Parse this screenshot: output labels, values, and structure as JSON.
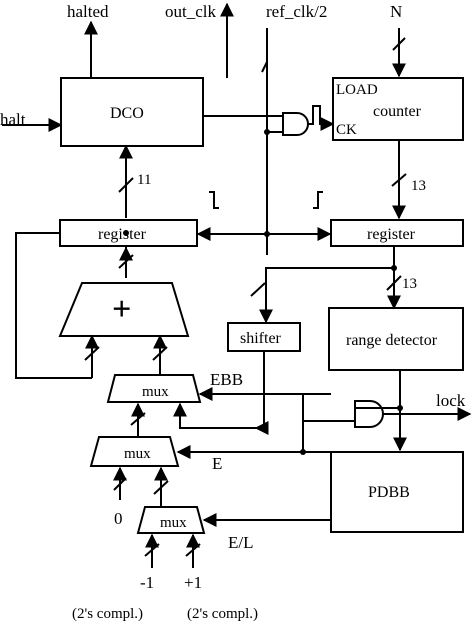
{
  "signals": {
    "halted": "halted",
    "out_clk": "out_clk",
    "ref_clk": "ref_clk/2",
    "n": "N",
    "halt": "halt",
    "ebb": "EBB",
    "e": "E",
    "el": "E/L",
    "lock": "lock"
  },
  "blocks": {
    "dco": "DCO",
    "counter": "counter",
    "load": "LOAD",
    "ck": "CK",
    "register_left": "register",
    "register_right": "register",
    "adder": "+",
    "shifter": "shifter",
    "range_detector": "range detector",
    "pdbb": "PDBB",
    "mux_top": "mux",
    "mux_mid": "mux",
    "mux_bot": "mux"
  },
  "bus_widths": {
    "dco_bus": "11",
    "counter_bus": "13",
    "register_bus": "13"
  },
  "constants": {
    "zero": "0",
    "neg_one": "-1",
    "pos_one": "+1",
    "twos_left": "(2's compl.)",
    "twos_right": "(2's compl.)"
  },
  "colors": {
    "ink": "#000000",
    "background": "#ffffff"
  }
}
